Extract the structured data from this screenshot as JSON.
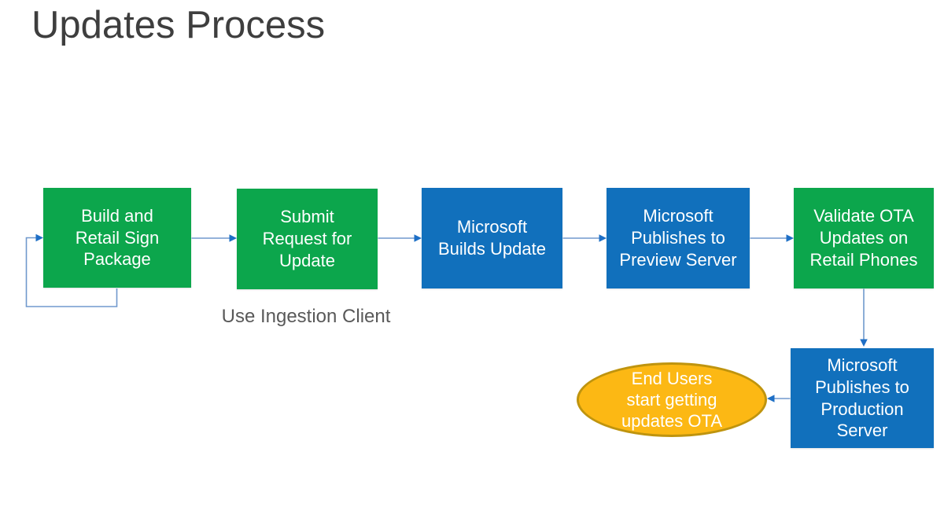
{
  "slide": {
    "title": "Updates Process"
  },
  "colors": {
    "background": "#FFFFFF",
    "green": "#0CA64C",
    "blue": "#1170BC",
    "gold_fill": "#FCB814",
    "gold_border": "#BF940E",
    "connector_line": "#7099CD",
    "connector_head": "#1E6FC6",
    "title_text": "#3E3E3E",
    "note_text": "#595959",
    "node_text": "#FFFFFF"
  },
  "diagram": {
    "nodes": [
      {
        "id": "build-retail-sign-package",
        "shape": "rectangle",
        "fill": "green",
        "label": "Build and\nRetail Sign\nPackage"
      },
      {
        "id": "submit-request-for-update",
        "shape": "rectangle",
        "fill": "green",
        "label": "Submit\nRequest for\nUpdate"
      },
      {
        "id": "microsoft-builds-update",
        "shape": "rectangle",
        "fill": "blue",
        "label": "Microsoft\nBuilds Update"
      },
      {
        "id": "microsoft-publishes-preview",
        "shape": "rectangle",
        "fill": "blue",
        "label": "Microsoft\nPublishes to\nPreview Server"
      },
      {
        "id": "validate-ota-updates",
        "shape": "rectangle",
        "fill": "green",
        "label": "Validate OTA\nUpdates on\nRetail Phones"
      },
      {
        "id": "microsoft-publishes-production",
        "shape": "rectangle",
        "fill": "blue",
        "label": "Microsoft\nPublishes to\nProduction\nServer"
      },
      {
        "id": "end-users-get-updates",
        "shape": "ellipse",
        "fill": "gold",
        "label": "End Users\nstart getting\nupdates OTA"
      }
    ],
    "note": "Use Ingestion Client",
    "connectors": [
      {
        "from": "build-retail-sign-package",
        "to": "build-retail-sign-package",
        "type": "self-loop"
      },
      {
        "from": "build-retail-sign-package",
        "to": "submit-request-for-update",
        "type": "arrow-right"
      },
      {
        "from": "submit-request-for-update",
        "to": "microsoft-builds-update",
        "type": "arrow-right"
      },
      {
        "from": "microsoft-builds-update",
        "to": "microsoft-publishes-preview",
        "type": "arrow-right"
      },
      {
        "from": "microsoft-publishes-preview",
        "to": "validate-ota-updates",
        "type": "arrow-right"
      },
      {
        "from": "validate-ota-updates",
        "to": "microsoft-publishes-production",
        "type": "arrow-down"
      },
      {
        "from": "microsoft-publishes-production",
        "to": "end-users-get-updates",
        "type": "arrow-left"
      }
    ]
  }
}
